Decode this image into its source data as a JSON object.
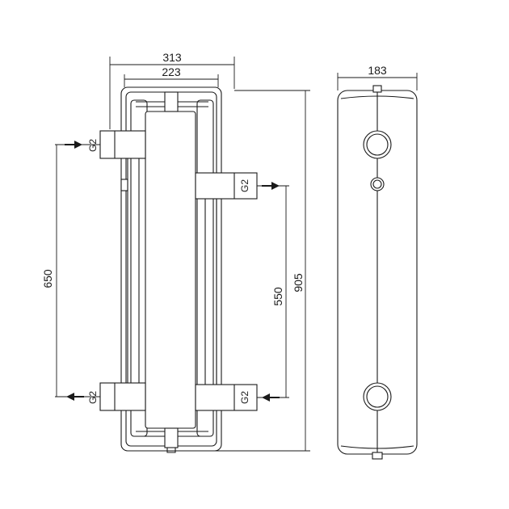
{
  "drawing": {
    "line_color": "#1a1a1a",
    "background": "#ffffff",
    "dimensions": {
      "overall_width": "313",
      "inner_width": "223",
      "side_depth": "183",
      "inlet_spacing": "650",
      "outlet_spacing": "550",
      "overall_height": "905"
    },
    "ports": {
      "top_left": "G2",
      "top_right": "G2",
      "bottom_left": "G2",
      "bottom_right": "G2"
    }
  }
}
